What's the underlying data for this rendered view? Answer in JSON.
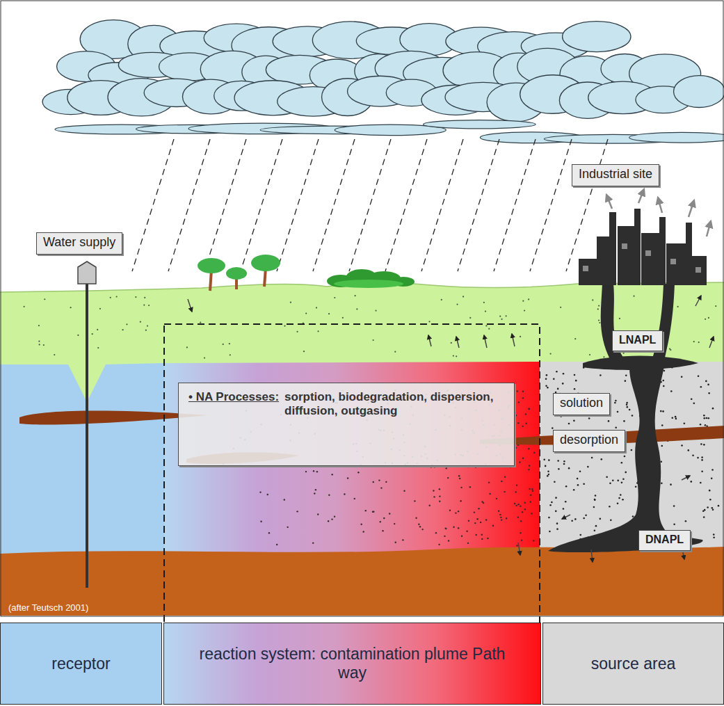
{
  "diagram": {
    "nodes": [
      {
        "text": [
          "Industrial site"
        ]
      },
      {
        "text": [
          "Water supply"
        ]
      },
      {
        "text": [
          "LNAPL"
        ]
      },
      {
        "text": [
          "• NA Processes:",
          "sorption, biodegradation, dispersion, diffusion, outgasing"
        ]
      },
      {
        "text": [
          "solution"
        ]
      },
      {
        "text": [
          "desorption"
        ]
      },
      {
        "text": [
          "DNAPL"
        ]
      },
      {
        "text": [
          "receptor"
        ]
      },
      {
        "text": [
          "reaction system: contamination plume Path way"
        ]
      },
      {
        "text": [
          "source area"
        ]
      }
    ],
    "labels": [
      "(after Teutsch 2001)"
    ]
  }
}
